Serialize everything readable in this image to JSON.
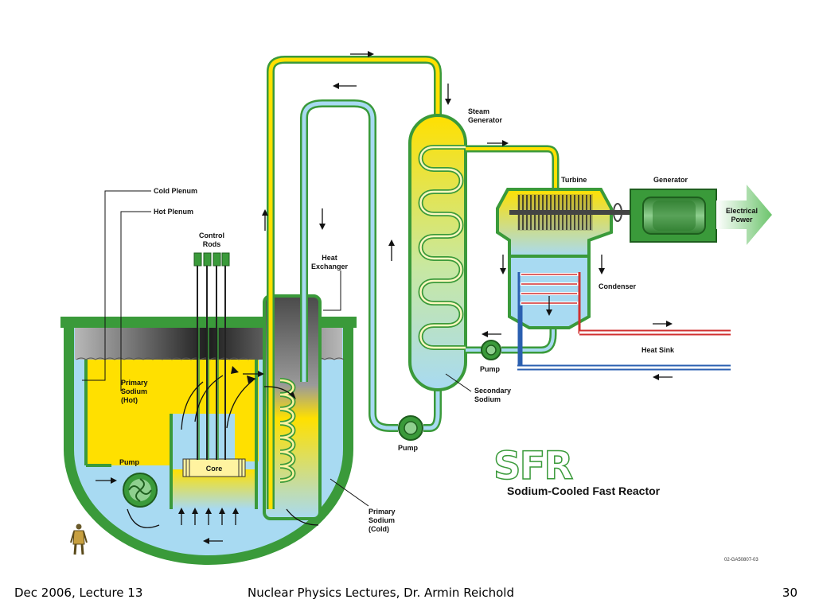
{
  "labels": {
    "cold_plenum": "Cold Plenum",
    "hot_plenum": "Hot Plenum",
    "control_rods": [
      "Control",
      "Rods"
    ],
    "heat_exchanger": [
      "Heat",
      "Exchanger"
    ],
    "primary_sodium_hot": [
      "Primary",
      "Sodium",
      "(Hot)"
    ],
    "pump_primary": "Pump",
    "core": "Core",
    "primary_sodium_cold": [
      "Primary",
      "Sodium",
      "(Cold)"
    ],
    "pump_secondary": "Pump",
    "steam_generator": [
      "Steam",
      "Generator"
    ],
    "secondary_sodium": [
      "Secondary",
      "Sodium"
    ],
    "pump_condenser": "Pump",
    "turbine": "Turbine",
    "generator": "Generator",
    "electrical_power": [
      "Electrical",
      "Power"
    ],
    "condenser": "Condenser",
    "heat_sink": "Heat Sink",
    "drawing_code": "02-GA50807-03"
  },
  "logo": {
    "acronym": "SFR",
    "name": "Sodium-Cooled Fast Reactor"
  },
  "footer": {
    "left": "Dec 2006, Lecture 13",
    "center": "Nuclear Physics  Lectures, Dr. Armin Reichold",
    "right": "30"
  },
  "colors": {
    "hot_sodium": "#ffe000",
    "cold_sodium": "#a8daf2",
    "vessel_green": "#3a9a3a",
    "cover_gas_gray": "#9a9a9a",
    "steam_red": "#d03030",
    "water_blue": "#2a5fb0"
  }
}
